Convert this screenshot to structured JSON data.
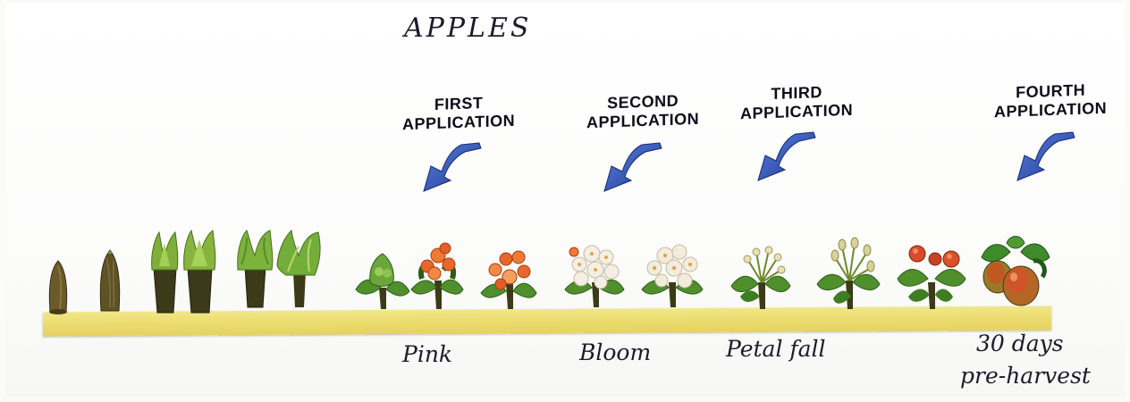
{
  "title": "APPLES",
  "applications": [
    {
      "line1": "FIRST",
      "line2": "APPLICATION"
    },
    {
      "line1": "SECOND",
      "line2": "APPLICATION"
    },
    {
      "line1": "THIRD",
      "line2": "APPLICATION"
    },
    {
      "line1": "FOURTH",
      "line2": "APPLICATION"
    }
  ],
  "stage_labels": {
    "pink": "Pink",
    "bloom": "Bloom",
    "petal_fall": "Petal fall",
    "harvest_line1": "30 days",
    "harvest_line2": "pre-harvest"
  },
  "colors": {
    "arrow": "#2f53b8",
    "ruler": "#ecdc6f",
    "leaf": "#4f8f2c",
    "bud": "#6b5a2a",
    "pink_fruit": "#e8672a",
    "blossom": "#f4efe4"
  },
  "icons": [
    "down-curved-arrow-icon",
    "apple-bud-icon",
    "blossom-cluster-icon",
    "apple-fruit-icon"
  ]
}
